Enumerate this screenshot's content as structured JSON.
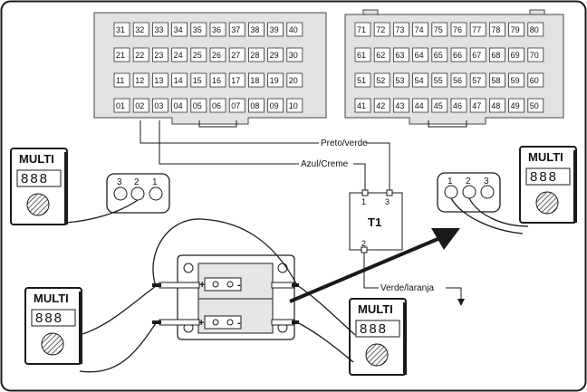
{
  "ecu_connector_left": {
    "rows": [
      [
        "31",
        "32",
        "33",
        "34",
        "35",
        "36",
        "37",
        "38",
        "39",
        "40"
      ],
      [
        "21",
        "22",
        "23",
        "24",
        "25",
        "26",
        "27",
        "28",
        "29",
        "30"
      ],
      [
        "11",
        "12",
        "13",
        "14",
        "15",
        "16",
        "17",
        "18",
        "19",
        "20"
      ],
      [
        "01",
        "02",
        "03",
        "04",
        "05",
        "06",
        "07",
        "08",
        "09",
        "10"
      ]
    ]
  },
  "ecu_connector_right": {
    "rows": [
      [
        "71",
        "72",
        "73",
        "74",
        "75",
        "76",
        "77",
        "78",
        "79",
        "80"
      ],
      [
        "61",
        "62",
        "63",
        "64",
        "65",
        "66",
        "67",
        "68",
        "69",
        "70"
      ],
      [
        "51",
        "52",
        "53",
        "54",
        "55",
        "56",
        "57",
        "58",
        "59",
        "60"
      ],
      [
        "41",
        "42",
        "43",
        "44",
        "45",
        "46",
        "47",
        "48",
        "49",
        "50"
      ]
    ]
  },
  "wires": {
    "preto_verde": "Preto/verde",
    "azul_creme": "Azul/Creme",
    "verde_laranja": "Verde/laranja"
  },
  "t1": {
    "title": "T1",
    "pin1": "1",
    "pin2": "2",
    "pin3": "3"
  },
  "plug_left_labels": [
    "3",
    "2",
    "1"
  ],
  "plug_right_labels": [
    "1",
    "2",
    "3"
  ],
  "meters": {
    "title": "MULTI",
    "digits": "888"
  },
  "coil": {
    "plus_1": "+",
    "minus_1": "-",
    "plus_2": "+",
    "minus_2": "-"
  },
  "colors": {
    "connector_fill": "#e2e2e2",
    "line": "#1a1a1a"
  }
}
